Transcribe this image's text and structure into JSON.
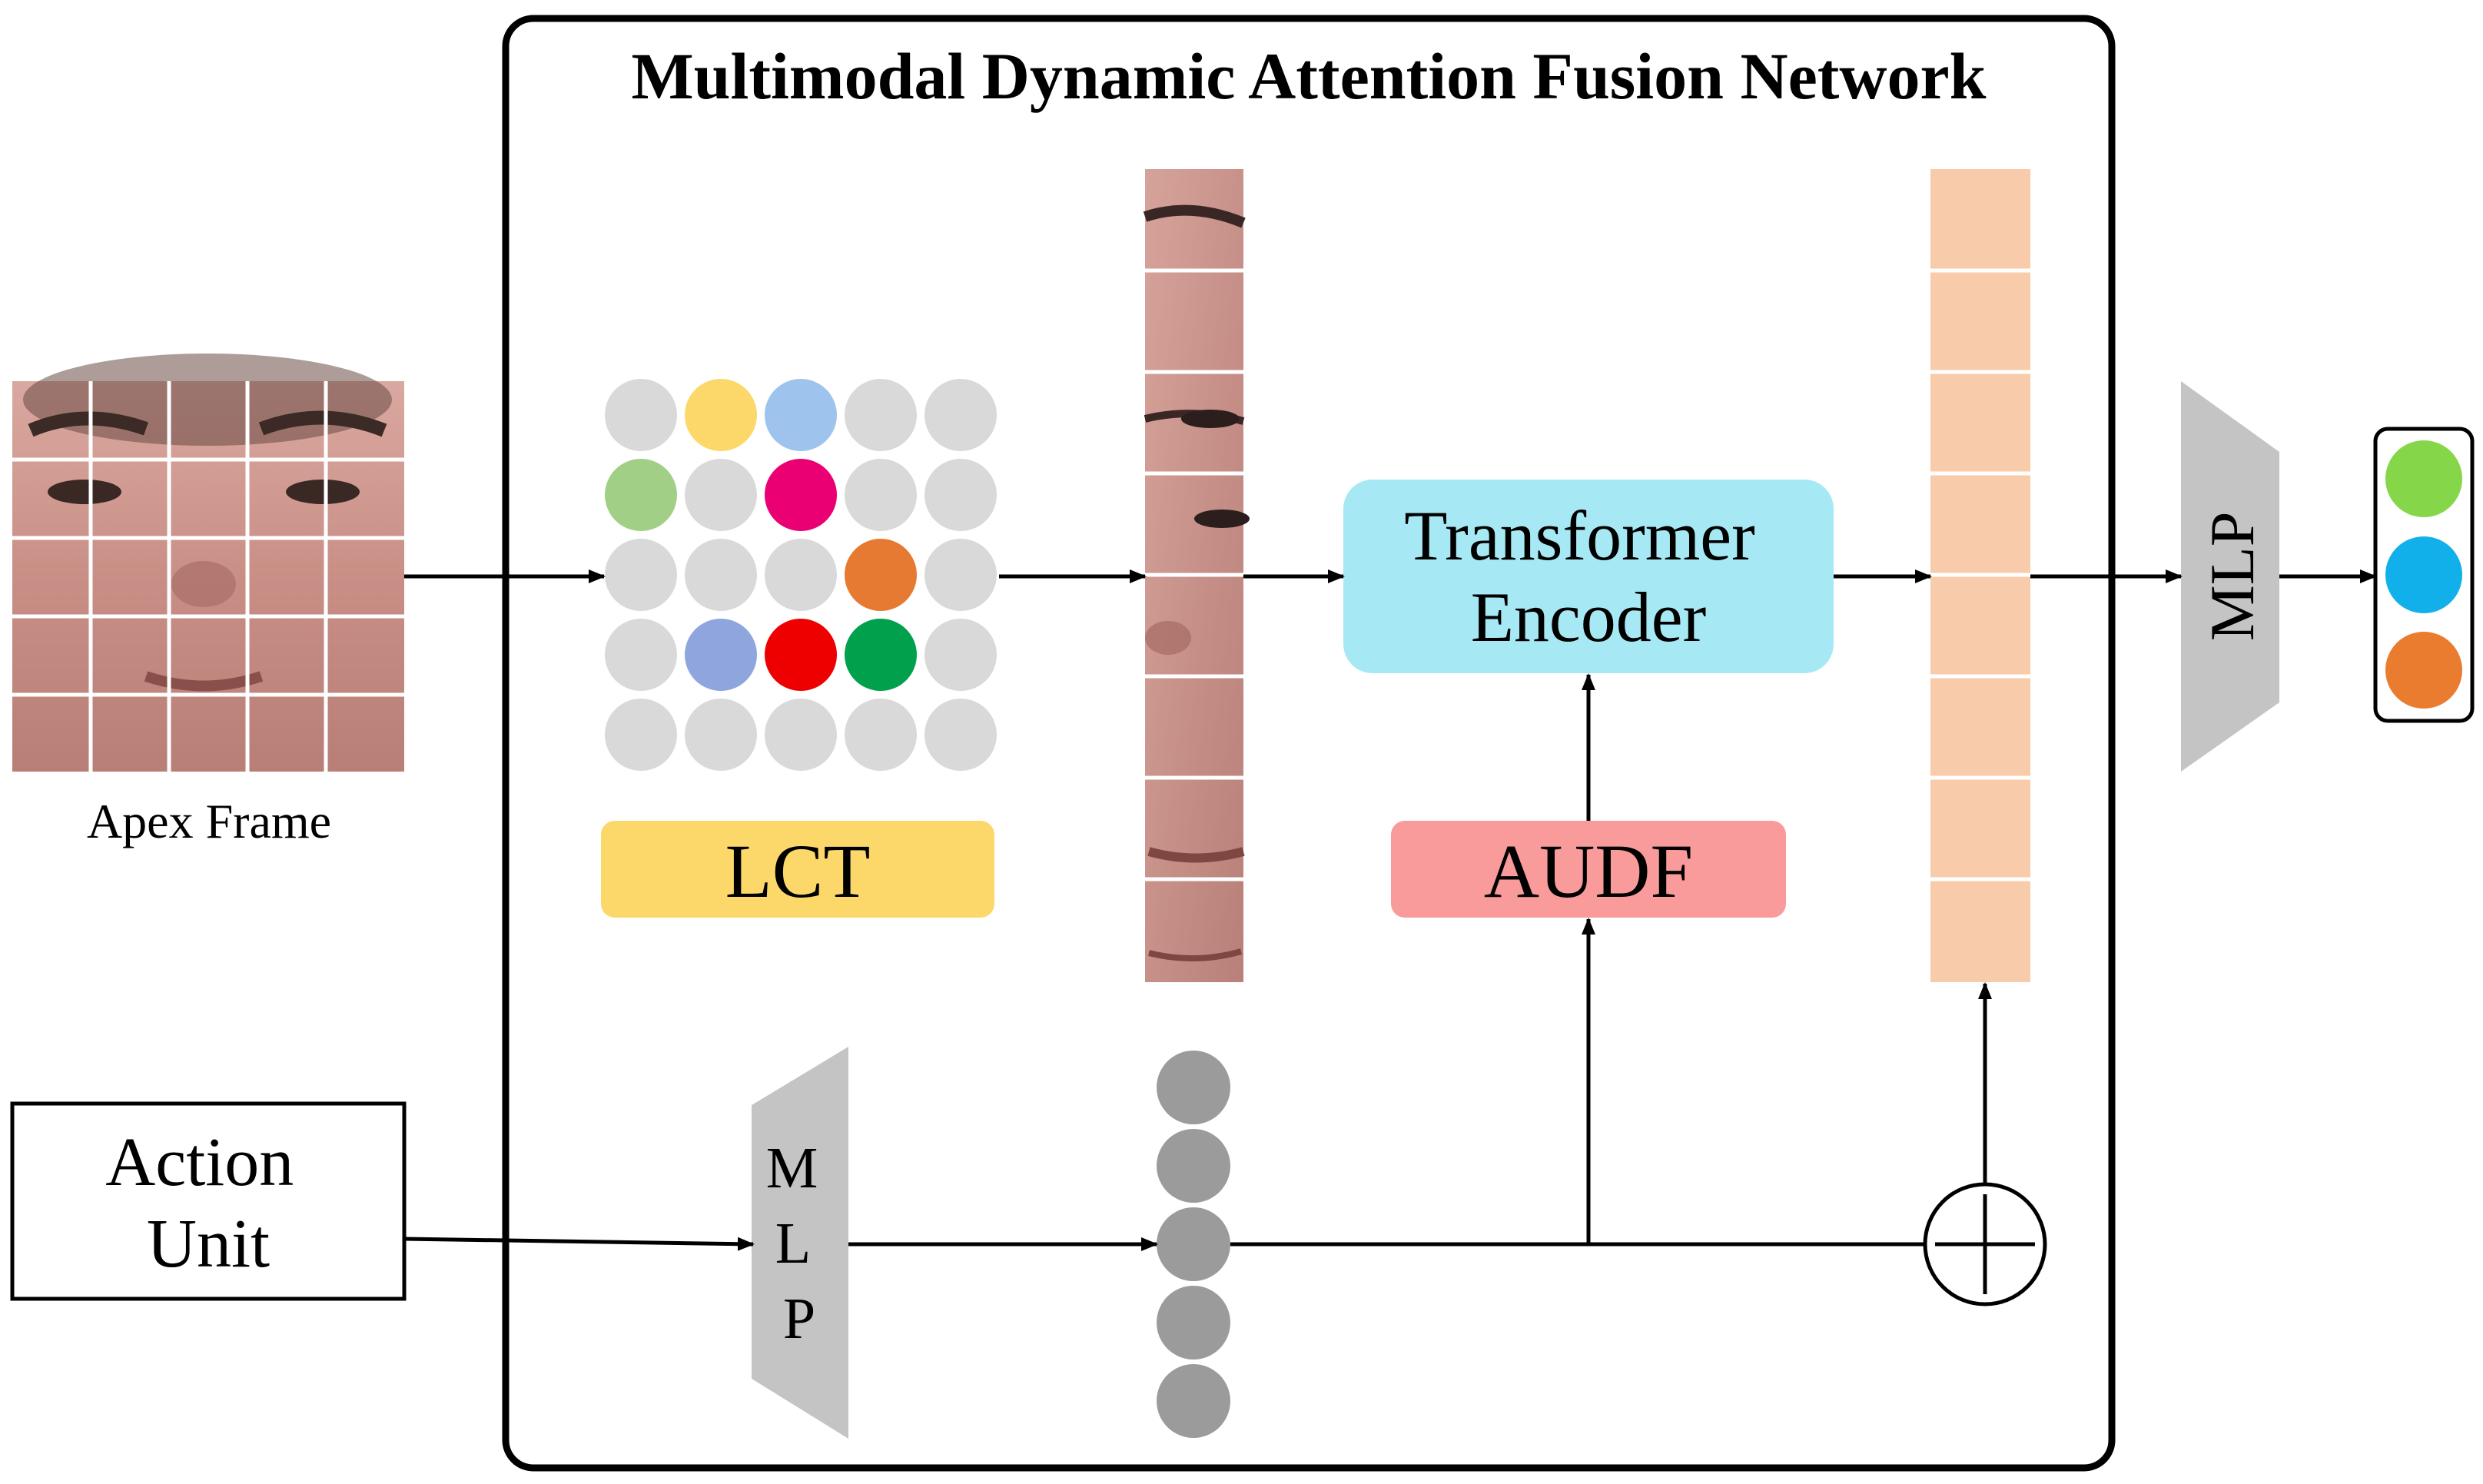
{
  "title": "Multimodal Dynamic Attention Fusion Network",
  "inputs": {
    "apex_frame_caption": "Apex Frame",
    "action_unit_line1": "Action",
    "action_unit_line2": "Unit"
  },
  "blocks": {
    "lct": "LCT",
    "transformer_line1": "Transformer",
    "transformer_line2": "Encoder",
    "audf": "AUDF",
    "mlp_bottom": [
      "M",
      "L",
      "P"
    ],
    "mlp_right": "MLP"
  },
  "colors": {
    "lct_fill": "#fcd86a",
    "transformer_fill": "#a6e9f4",
    "audf_fill": "#f99b9b",
    "token_fill": "#f8ccaa",
    "mlp_fill": "#c4c4c4",
    "au_feature_fill": "#9b9b9b",
    "grid_dot_default": "#d9d9d9",
    "grid_dot_colors": [
      "#fcd86a",
      "#9ec3ec",
      "#a2cf86",
      "#ea0072",
      "#e77a32",
      "#8ea6dd",
      "#ee0000",
      "#00a04c"
    ],
    "output_classes": [
      "#86d64a",
      "#12b0ea",
      "#ea7c30"
    ]
  }
}
